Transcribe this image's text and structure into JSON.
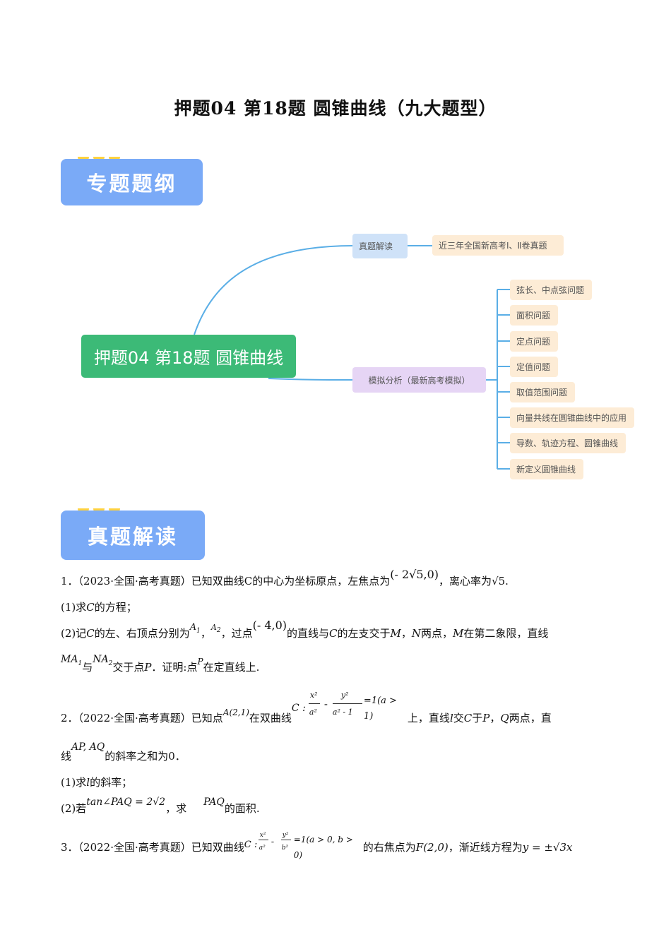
{
  "doc": {
    "title": "押题04  第18题  圆锥曲线（九大题型）"
  },
  "banners": {
    "outline": "专题题纲",
    "real": "真题解读"
  },
  "mindmap": {
    "root": "押题04 第18题 圆锥曲线",
    "branch1": "真题解读",
    "branch1_leaf": "近三年全国新高考Ⅰ、Ⅱ卷真题",
    "branch2": "模拟分析（最新高考模拟）",
    "branch2_leaves": [
      "弦长、中点弦问题",
      "面积问题",
      "定点问题",
      "定值问题",
      "取值范围问题",
      "向量共线在圆锥曲线中的应用",
      "导数、轨迹方程、圆锥曲线",
      "新定义圆锥曲线"
    ],
    "colors": {
      "root": "#3cba77",
      "branch1": "#cfe2f8",
      "branch2": "#e6d5f5",
      "leaf": "#fdecd6",
      "line": "#5aaee6"
    }
  },
  "problems": {
    "p1": {
      "num": "1．",
      "src": "（2023·全国·高考真题）",
      "text_a": "已知双曲线C的中心为坐标原点，左焦点为",
      "focus": "(- 2√5,0)",
      "text_b": "，离心率为",
      "ecc": "√5",
      "end": ".",
      "q1": "(1)求",
      "q1_var": "C",
      "q1_end": "的方程；",
      "q2_a": "(2)记",
      "q2_var": "C",
      "q2_b": "的左、右顶点分别为",
      "a1": "A",
      "a1_sub": "1",
      "comma": "，",
      "a2": "A",
      "a2_sub": "2",
      "q2_c": "，过点",
      "pt": "(- 4,0)",
      "q2_d": "的直线与",
      "q2_e": "C",
      "q2_f": "的左支交于",
      "M": "M",
      "q2_g": "，",
      "N": "N",
      "q2_h": "两点，",
      "M2": "M",
      "q2_i": "在第二象限，直线",
      "ma": "MA",
      "ma_sub": "1",
      "yu": "与",
      "na": "NA",
      "na_sub": "2",
      "q2_j": "交于点",
      "P": "P",
      "q2_k": "．证明:点",
      "P2": "P",
      "q2_l": "在定直线上."
    },
    "p2": {
      "num": "2．",
      "src": "（2022·全国·高考真题）",
      "text_a": "已知点",
      "pointA": "A(2,1)",
      "text_b": "在双曲线",
      "curve_c": "C :",
      "x2": "x²",
      "a2": "a²",
      "minus": "-",
      "y2": "y²",
      "a2m1": "a² - 1",
      "eq": "=1(a > 1)",
      "text_c": "上，直线",
      "l": "l",
      "text_d": "交",
      "C": "C",
      "text_e": "于",
      "P": "P",
      "text_f": "，",
      "Q": "Q",
      "text_g": "两点，直",
      "line2_a": "线",
      "apaq": "AP, AQ",
      "line2_b": "的斜率之和为0．",
      "q1": "(1)求",
      "q1_l": "l",
      "q1_end": "的斜率；",
      "q2_a": "(2)若",
      "tan": "tan∠PAQ = 2√2",
      "q2_b": "，求",
      "paq": "PAQ",
      "q2_c": "的面积."
    },
    "p3": {
      "num": "3．",
      "src": "（2022·全国·高考真题）",
      "text_a": "已知双曲线",
      "curve_c": "C :",
      "x2": "x²",
      "a2": "a²",
      "minus": "-",
      "y2": "y²",
      "b2": "b²",
      "eq": "=1(a > 0, b > 0)",
      "text_b": "的右焦点为",
      "F": "F(2,0)",
      "text_c": "，渐近线方程为",
      "asym": "y = ±√3x"
    }
  }
}
